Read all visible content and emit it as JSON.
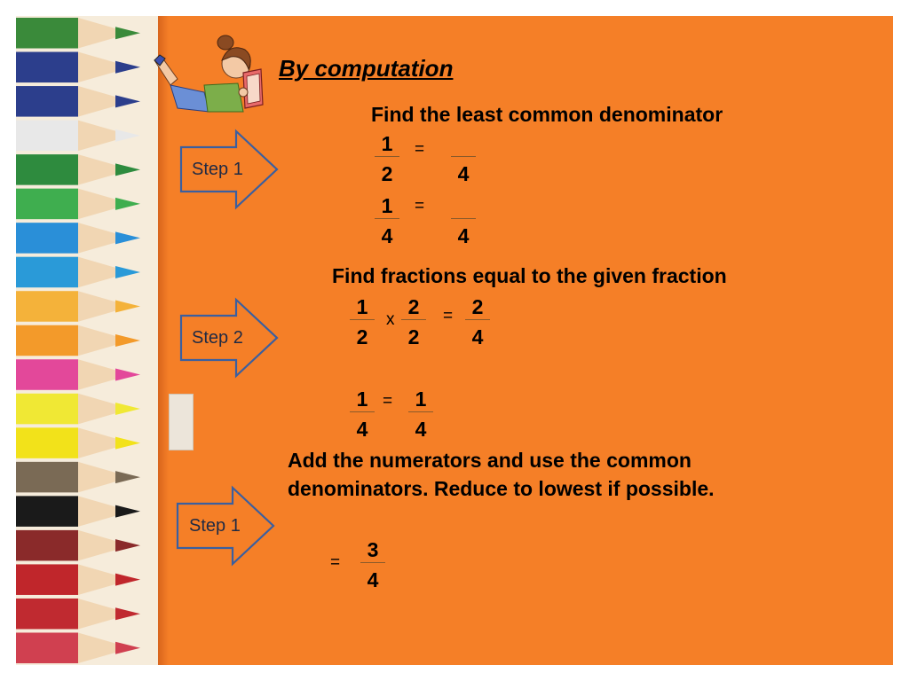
{
  "title": "By computation",
  "steps": [
    {
      "label": "Step 1",
      "heading": "Find the least common denominator"
    },
    {
      "label": "Step 2",
      "heading": "Find fractions equal to the given fraction"
    },
    {
      "label": "Step 1",
      "heading_lines": [
        "Add the numerators and use the common",
        "denominators. Reduce to lowest if possible."
      ]
    }
  ],
  "step1": {
    "row1": {
      "left": {
        "num": "1",
        "den": "2"
      },
      "op": "=",
      "right": {
        "num": "",
        "den": "4"
      }
    },
    "row2": {
      "left": {
        "num": "1",
        "den": "4"
      },
      "op": "=",
      "right": {
        "num": "",
        "den": "4"
      }
    }
  },
  "step2": {
    "row1": {
      "a": {
        "num": "1",
        "den": "2"
      },
      "op1": "x",
      "b": {
        "num": "2",
        "den": "2"
      },
      "op2": "=",
      "c": {
        "num": "2",
        "den": "4"
      }
    },
    "row2": {
      "a": {
        "num": "1",
        "den": "4"
      },
      "op1": "=",
      "b": {
        "num": "1",
        "den": "4"
      }
    }
  },
  "step3": {
    "op": "=",
    "result": {
      "num": "3",
      "den": "4"
    }
  },
  "colors": {
    "background": "#f57f27",
    "arrow_fill": "#f57f27",
    "arrow_stroke": "#3a5fa0"
  },
  "icons": {
    "girl": "girl-reading-book-illustration",
    "pencils": "colored-pencils-border"
  }
}
